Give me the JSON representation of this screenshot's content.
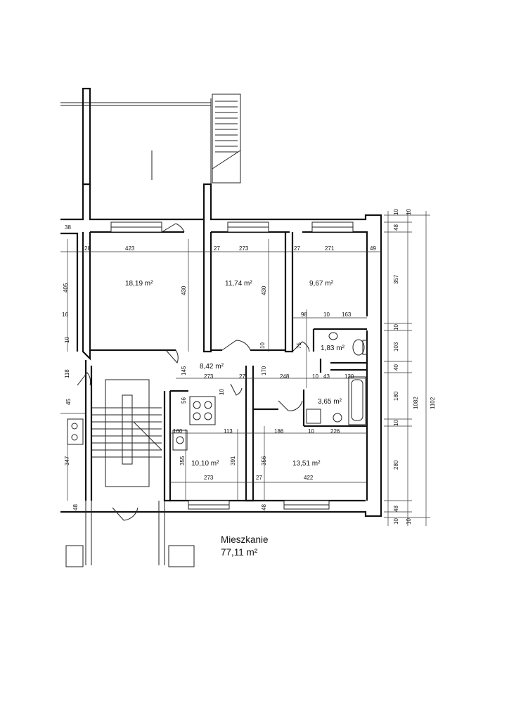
{
  "summary": {
    "label": "Mieszkanie",
    "total": "77,11 m²"
  },
  "rooms": {
    "r1": "18,19 m²",
    "r2": "11,74 m²",
    "r3": "9,67 m²",
    "r4": "1,83 m²",
    "r5": "8,42 m²",
    "r6": "3,65 m²",
    "r7": "10,10 m²",
    "r8": "13,51 m²"
  },
  "dims": {
    "top_left_38": "38",
    "d28": "28",
    "d423": "423",
    "d27a": "27",
    "d273a": "273",
    "d27b": "27",
    "d271": "271",
    "d49": "49",
    "d405": "405",
    "d430a": "430",
    "d430b": "430",
    "d16": "16",
    "d10a": "10",
    "d118": "118",
    "d145": "145",
    "d75": "75",
    "d10b": "10",
    "d98": "98",
    "d10c": "10",
    "d163": "163",
    "d273b": "273",
    "d27c": "27",
    "d248": "248",
    "d10d": "10",
    "d43": "43",
    "d120": "120",
    "d170": "170",
    "d10e": "10",
    "d56": "56",
    "d160": "160",
    "d113": "113",
    "d186": "186",
    "d10f": "10",
    "d226": "226",
    "d355": "355",
    "d391": "391",
    "d356": "356",
    "d273c": "273",
    "d27d": "27",
    "d422": "422",
    "d48a": "48",
    "d48b": "48",
    "d347": "347",
    "d45": "45",
    "r_10a": "10",
    "r_48a": "48",
    "r_357": "357",
    "r_10b": "10",
    "r_103": "103",
    "r_40": "40",
    "r_180": "180",
    "r_10c": "10",
    "r_280": "280",
    "r_48b": "48",
    "r_10d": "10",
    "r_1082": "1082",
    "r_1102": "1102",
    "r_10e": "10",
    "r_10f": "10"
  }
}
